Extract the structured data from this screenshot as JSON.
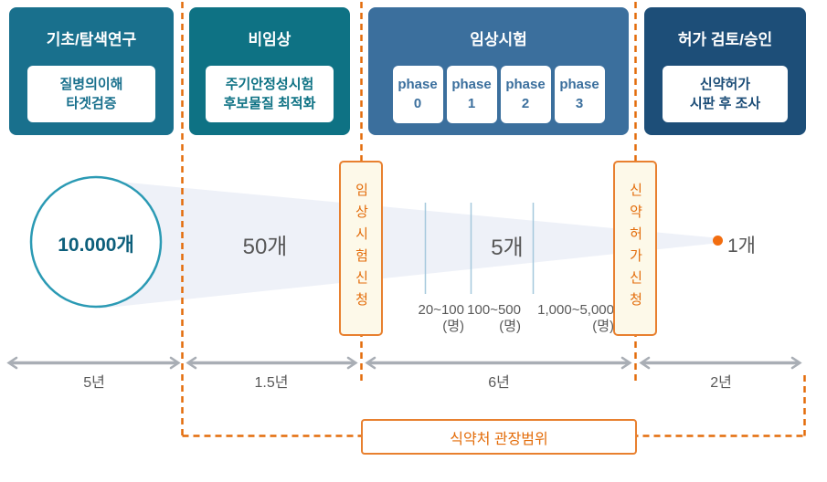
{
  "stages": [
    {
      "title": "기초/탐색연구",
      "sub": [
        "질병의이해",
        "타겟검증"
      ],
      "color": "#19708d"
    },
    {
      "title": "비임상",
      "sub": [
        "주기안정성시험",
        "후보물질 최적화"
      ],
      "color": "#0e7284"
    },
    {
      "title": "임상시험",
      "phases": [
        {
          "word": "phase",
          "num": "0"
        },
        {
          "word": "phase",
          "num": "1"
        },
        {
          "word": "phase",
          "num": "2"
        },
        {
          "word": "phase",
          "num": "3"
        }
      ],
      "color": "#3b6f9d"
    },
    {
      "title": "허가 검토/승인",
      "sub": [
        "신약허가",
        "시판 후 조사"
      ],
      "color": "#1d4e78"
    }
  ],
  "funnel": {
    "start_count": "10.000개",
    "nonclinical_count": "50개",
    "clinical_count": "5개",
    "approved_count": "1개",
    "milestones": [
      {
        "label": "임상시험신청"
      },
      {
        "label": "신약허가신청"
      }
    ],
    "participants": [
      {
        "range": "20~100",
        "unit": "(명)"
      },
      {
        "range": "100~500",
        "unit": "(명)"
      },
      {
        "range": "1,000~5,000",
        "unit": "(명)"
      }
    ]
  },
  "timeline": {
    "durations": [
      {
        "label": "5년"
      },
      {
        "label": "1.5년"
      },
      {
        "label": "6년"
      },
      {
        "label": "2년"
      }
    ]
  },
  "scope": {
    "label": "식약처 관장범위"
  },
  "colors": {
    "stage_basic": "#19708d",
    "stage_nonclinical": "#0e7284",
    "stage_clinical": "#3b6f9d",
    "stage_approval": "#1d4e78",
    "accent_orange": "#e36c0a",
    "milestone_bg": "#fdf9e9",
    "funnel_fill": "#eef1f8",
    "circle_stroke": "#2b9ab4",
    "gray_text": "#595959",
    "arrow_gray": "#a9aeb5",
    "phase_divider_blue": "#a5c8dd",
    "dot_orange": "#f26d10"
  }
}
